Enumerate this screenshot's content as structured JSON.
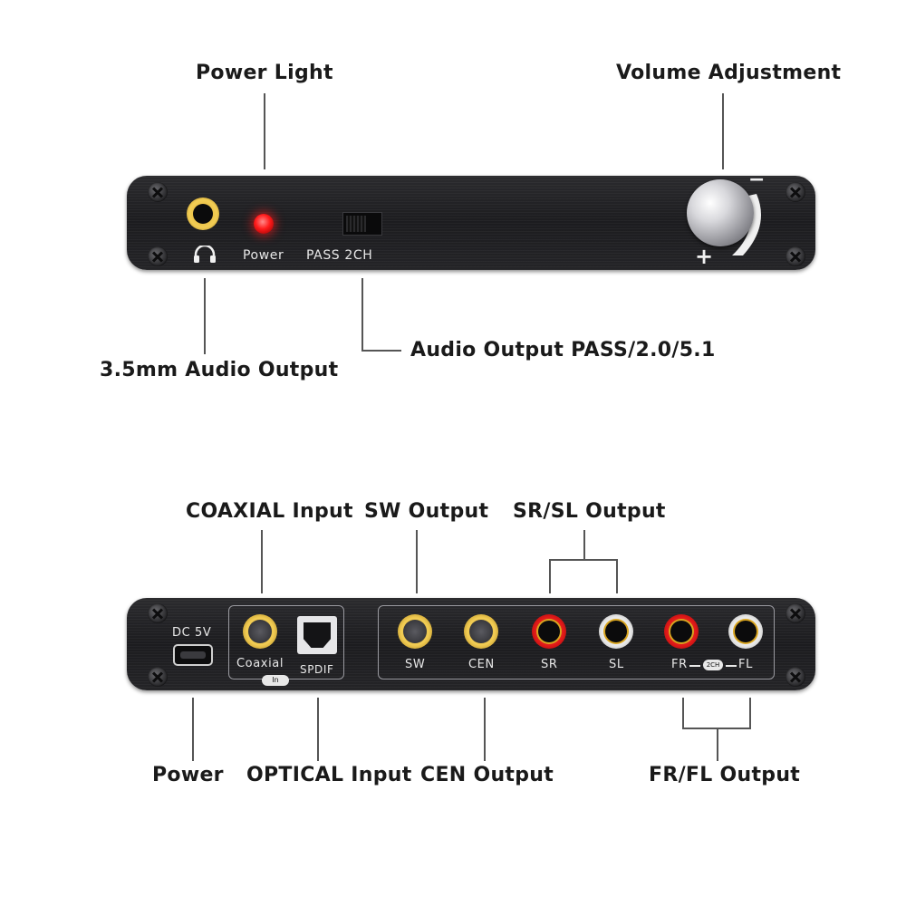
{
  "top_callouts": {
    "power_light": "Power Light",
    "volume_adjustment": "Volume Adjustment",
    "audio_out_35": "3.5mm Audio Output",
    "audio_output_mode": "Audio Output PASS/2.0/5.1"
  },
  "front_panel": {
    "power_label": "Power",
    "switch_label": "PASS  2CH",
    "volume_minus": "−",
    "volume_plus": "+",
    "headphone_icon": "headphone-icon",
    "power_led_color": "#ff1a1a"
  },
  "bottom_callouts": {
    "coaxial_input": "COAXIAL Input",
    "sw_output": "SW Output",
    "srsl_output": "SR/SL Output",
    "power": "Power",
    "optical_input": "OPTICAL Input",
    "cen_output": "CEN Output",
    "frfl_output": "FR/FL Output"
  },
  "rear_panel": {
    "dc_label": "DC 5V",
    "coaxial_label": "Coaxial",
    "in_badge": "In",
    "spdif_label": "SPDIF",
    "outputs": [
      {
        "label": "SW",
        "ring": "#d9a520"
      },
      {
        "label": "CEN",
        "ring": "#d9a520"
      },
      {
        "label": "SR",
        "ring": "#d61a1a"
      },
      {
        "label": "SL",
        "ring": "#f2f2f2"
      },
      {
        "label": "FR",
        "ring": "#d61a1a"
      },
      {
        "label": "FL",
        "ring": "#f2f2f2"
      }
    ],
    "twoch_badge": "2CH"
  },
  "colors": {
    "gold": "#d9a520",
    "red": "#d61a1a",
    "white": "#f2f2f2"
  }
}
